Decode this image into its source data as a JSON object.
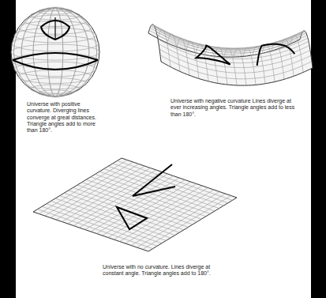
{
  "diagram": {
    "labels": [
      "Universe with positive curvature. Diverging lines converge at great distances. Triangle angles add to more than 180°.",
      "Universe with negative curvature Lines diverge at ever increasing angles. Triangle angles add to less than 180°.",
      "Universe with no curvature. Lines diverge at constant angle. Triangle angles add to 180°."
    ]
  }
}
